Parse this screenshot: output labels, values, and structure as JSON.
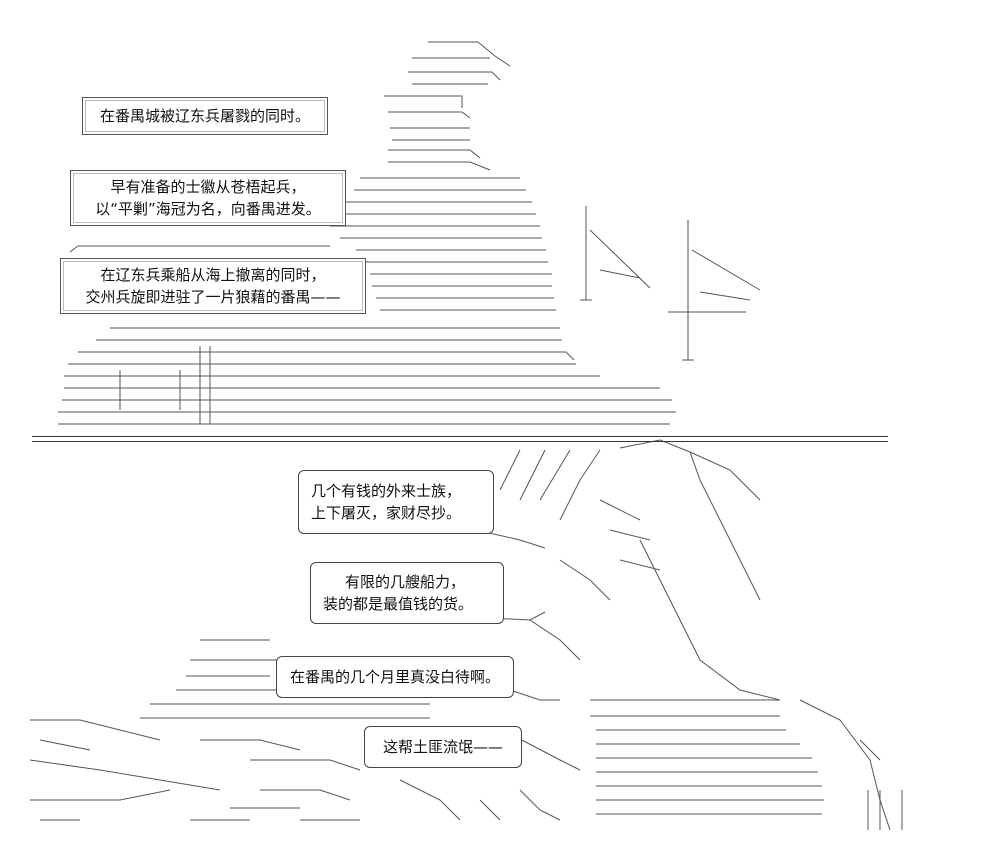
{
  "captions": {
    "top1": "在番禺城被辽东兵屠戮的同时。",
    "top2_line1": "早有准备的士徽从苍梧起兵，",
    "top2_line2": "以“平剿”海冠为名，向番禺进发。",
    "top3_line1": "在辽东兵乘船从海上撤离的同时，",
    "top3_line2": "交州兵旋即进驻了一片狼藉的番禺——"
  },
  "dialogue": {
    "b1_line1": "几个有钱的外来士族，",
    "b1_line2": "上下屠灭，家财尽抄。",
    "b2_line1": "有限的几艘船力，",
    "b2_line2": "装的都是最值钱的货。",
    "b3": "在番禺的几个月里真没白待啊。",
    "b4": "这帮土匪流氓——"
  }
}
